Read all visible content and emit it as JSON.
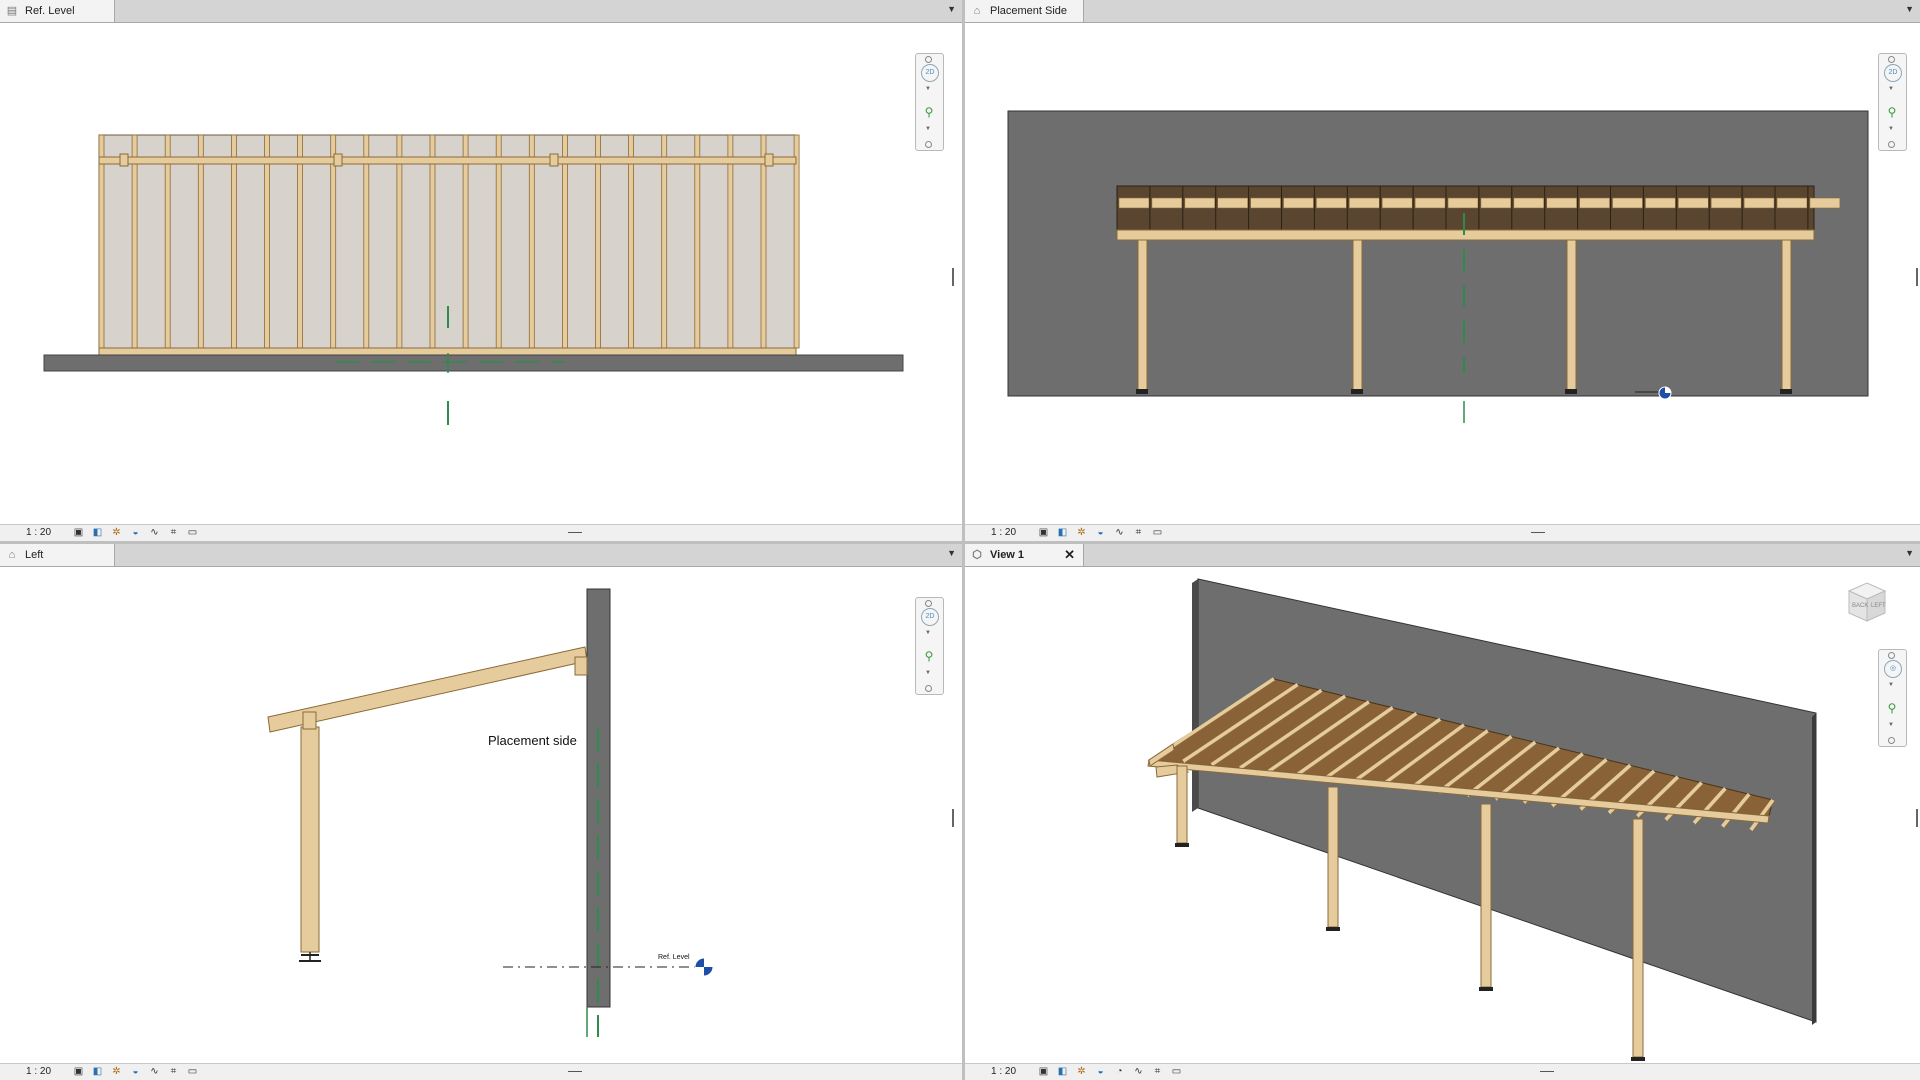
{
  "views": {
    "top_left": {
      "tab_label": "Ref. Level",
      "scale": "1 : 20",
      "tab_icon": "floor-plan-icon"
    },
    "top_right": {
      "tab_label": "Placement Side",
      "scale": "1 : 20",
      "tab_icon": "elevation-icon"
    },
    "bottom_left": {
      "tab_label": "Left",
      "scale": "1 : 20",
      "tab_icon": "elevation-icon",
      "annotation": "Placement side",
      "level_tag": "Ref. Level"
    },
    "bottom_right": {
      "tab_label": "View 1",
      "scale": "1 : 20",
      "tab_icon": "3d-view-icon",
      "viewcube_faces": [
        "BACK",
        "LEFT"
      ]
    }
  },
  "colors": {
    "wood": "#e6cc9c",
    "wood_edge": "#8a6a3a",
    "wall": "#6d6e6d",
    "grid": "#2e8b4e",
    "level": "#1e4fa8"
  },
  "view_controls": [
    "visual-style-icon",
    "detail-level-icon",
    "sun-path-icon",
    "shadows-icon",
    "crop-icon",
    "hide-crop-icon"
  ]
}
